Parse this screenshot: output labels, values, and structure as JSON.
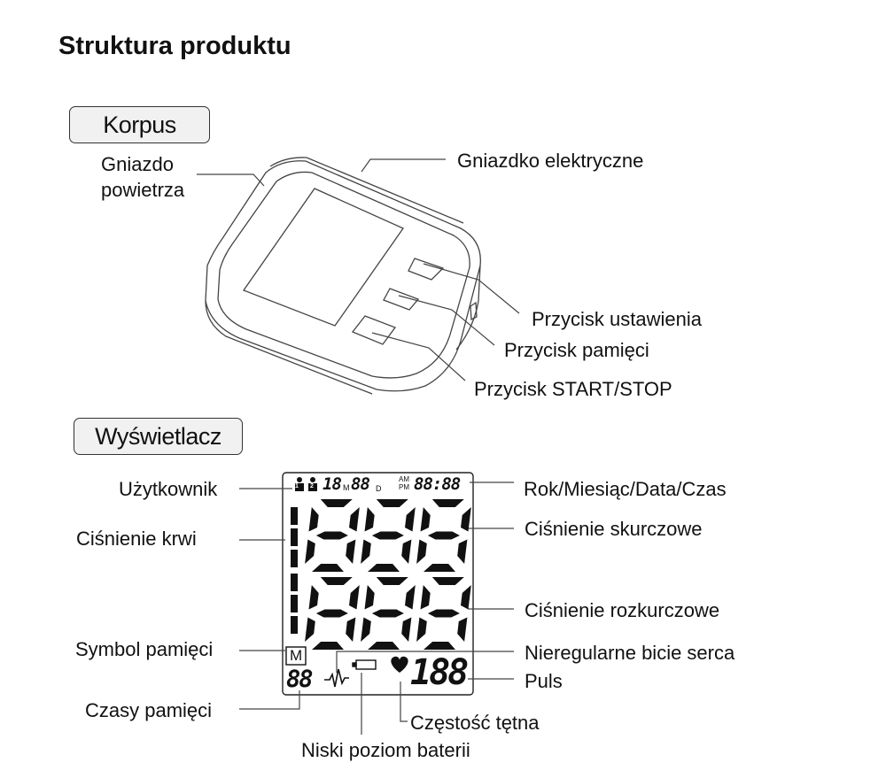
{
  "page": {
    "title": "Struktura produktu"
  },
  "sections": {
    "body": {
      "label": "Korpus"
    },
    "display": {
      "label": "Wyświetlacz"
    }
  },
  "body_labels": {
    "air_socket_line1": "Gniazdo",
    "air_socket_line2": "powietrza",
    "power_socket": "Gniazdko elektryczne",
    "settings_button": "Przycisk ustawienia",
    "memory_button": "Przycisk pamięci",
    "start_stop_button": "Przycisk START/STOP"
  },
  "display_labels": {
    "user": "Użytkownik",
    "blood_pressure": "Ciśnienie krwi",
    "memory_symbol": "Symbol pamięci",
    "memory_count": "Czasy pamięci",
    "date_time": "Rok/Miesiąc/Data/Czas",
    "systolic": "Ciśnienie skurczowe",
    "diastolic": "Ciśnienie rozkurczowe",
    "irregular_heartbeat": "Nieregularne bicie serca",
    "pulse": "Puls",
    "heart_rate": "Częstość tętna",
    "low_battery": "Niski poziom baterii"
  },
  "lcd": {
    "user1": "1",
    "user2": "2",
    "month": "18",
    "month_unit": "M",
    "day": "88",
    "day_unit": "D",
    "am": "AM",
    "pm": "PM",
    "time": "88:88",
    "memory_letter": "M",
    "memory_digits": "88",
    "systolic_digits": "888",
    "diastolic_digits": "888",
    "pulse_digits": "188"
  },
  "icons": {
    "user": "person-icon",
    "ecg": "heartbeat-wave-icon",
    "battery": "battery-icon",
    "heart": "heart-icon"
  }
}
